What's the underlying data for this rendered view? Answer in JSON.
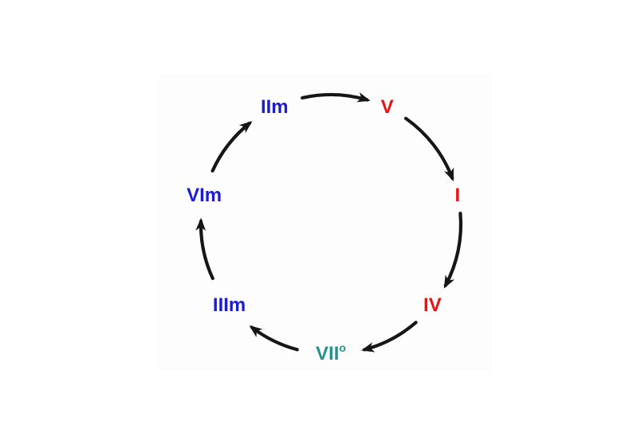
{
  "diagram": {
    "description": "circular diatonic chord progression cycle",
    "arrow_color": "#161616",
    "background_color": "#ffffff",
    "nodes": [
      {
        "id": "IIm",
        "label": "IIm",
        "sup": "",
        "color": "#1b1bd9",
        "angle_deg": 334.3,
        "gap_deg": 13.0
      },
      {
        "id": "V",
        "label": "V",
        "sup": "",
        "color": "#ee1111",
        "angle_deg": 25.7,
        "gap_deg": 9.5
      },
      {
        "id": "I",
        "label": "I",
        "sup": "",
        "color": "#ee1111",
        "angle_deg": 77.1,
        "gap_deg": 8.0
      },
      {
        "id": "IV",
        "label": "IV",
        "sup": "",
        "color": "#ee1111",
        "angle_deg": 128.6,
        "gap_deg": 10.5
      },
      {
        "id": "VIIdim",
        "label": "VII",
        "sup": "o",
        "color": "#24938e",
        "angle_deg": 180.0,
        "gap_deg": 15.0
      },
      {
        "id": "IIIm",
        "label": "IIIm",
        "sup": "",
        "color": "#1b1bd9",
        "angle_deg": 231.4,
        "gap_deg": 14.0
      },
      {
        "id": "VIm",
        "label": "VIm",
        "sup": "",
        "color": "#1b1bd9",
        "angle_deg": 282.9,
        "gap_deg": 11.5
      }
    ],
    "edges": [
      {
        "from": "IIm",
        "to": "V"
      },
      {
        "from": "V",
        "to": "I"
      },
      {
        "from": "I",
        "to": "IV"
      },
      {
        "from": "IV",
        "to": "VIIdim"
      },
      {
        "from": "VIIdim",
        "to": "IIIm"
      },
      {
        "from": "IIIm",
        "to": "VIm"
      },
      {
        "from": "VIm",
        "to": "IIm"
      }
    ]
  }
}
